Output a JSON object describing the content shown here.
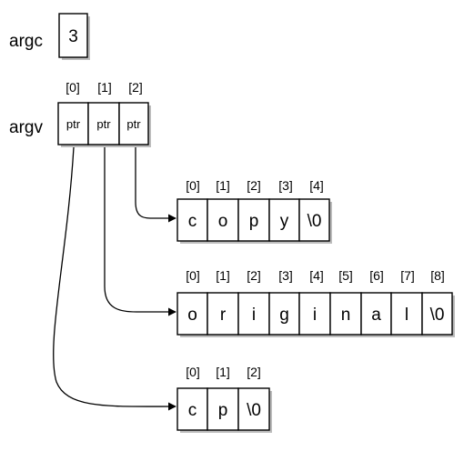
{
  "argc": {
    "label": "argc",
    "value": "3"
  },
  "argv": {
    "label": "argv",
    "indices": [
      "[0]",
      "[1]",
      "[2]"
    ],
    "cells": [
      "ptr",
      "ptr",
      "ptr"
    ]
  },
  "strings": [
    {
      "indices": [
        "[0]",
        "[1]",
        "[2]",
        "[3]",
        "[4]"
      ],
      "chars": [
        "c",
        "o",
        "p",
        "y",
        "\\0"
      ],
      "pointed_by": "[2]"
    },
    {
      "indices": [
        "[0]",
        "[1]",
        "[2]",
        "[3]",
        "[4]",
        "[5]",
        "[6]",
        "[7]",
        "[8]"
      ],
      "chars": [
        "o",
        "r",
        "i",
        "g",
        "i",
        "n",
        "a",
        "l",
        "\\0"
      ],
      "pointed_by": "[1]"
    },
    {
      "indices": [
        "[0]",
        "[1]",
        "[2]"
      ],
      "chars": [
        "c",
        "p",
        "\\0"
      ],
      "pointed_by": "[0]"
    }
  ]
}
